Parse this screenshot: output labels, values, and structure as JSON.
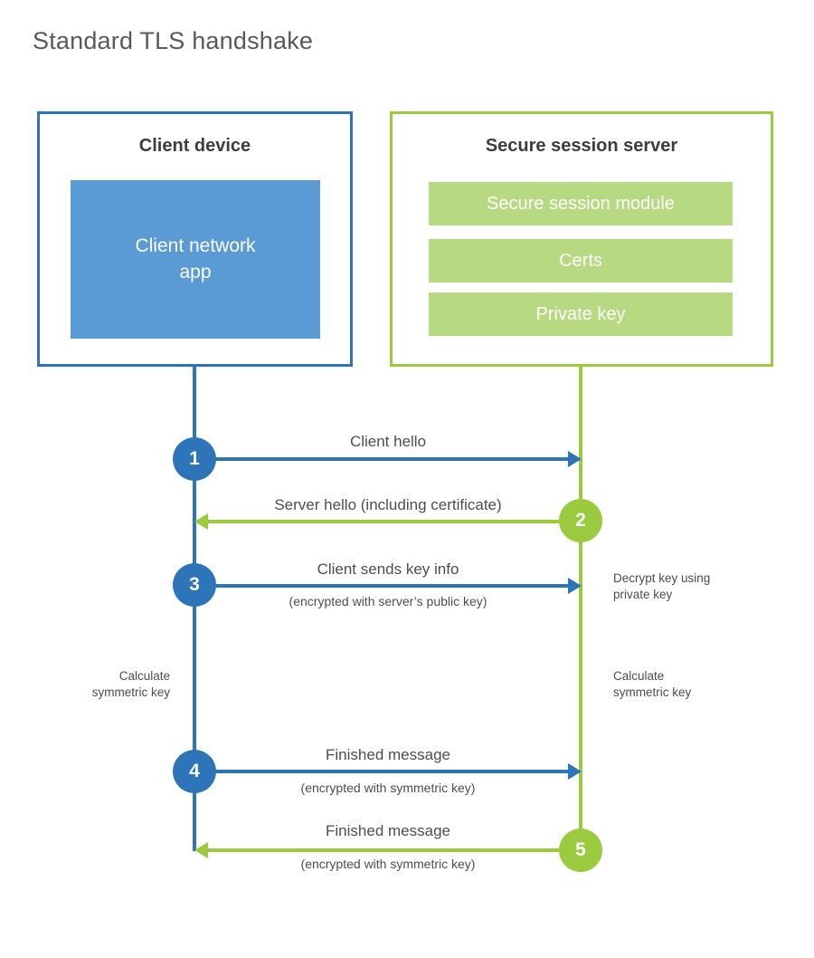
{
  "title": "Standard TLS handshake",
  "colors": {
    "client_primary": "#2d74b9",
    "client_fill": "#5b9bd5",
    "server_primary": "#9aca3e",
    "server_fill": "#b7d982",
    "text_dark": "#3d3d3d",
    "text_gray": "#4d4d4d",
    "title_gray": "#595959"
  },
  "client_box": {
    "title": "Client device",
    "app_label": "Client network app"
  },
  "server_box": {
    "title": "Secure session server",
    "modules": [
      "Secure session module",
      "Certs",
      "Private key"
    ]
  },
  "steps": [
    {
      "number": "1",
      "label": "Client hello",
      "sublabel": "",
      "direction": "client-to-server"
    },
    {
      "number": "2",
      "label": "Server hello (including certificate)",
      "sublabel": "",
      "direction": "server-to-client"
    },
    {
      "number": "3",
      "label": "Client sends key info",
      "sublabel": "(encrypted with server’s public key)",
      "direction": "client-to-server"
    },
    {
      "number": "4",
      "label": "Finished message",
      "sublabel": "(encrypted with symmetric key)",
      "direction": "client-to-server"
    },
    {
      "number": "5",
      "label": "Finished message",
      "sublabel": "(encrypted with symmetric key)",
      "direction": "server-to-client"
    }
  ],
  "side_notes": {
    "decrypt": "Decrypt key using\nprivate key",
    "calculate_left": "Calculate\nsymmetric key",
    "calculate_right": "Calculate\nsymmetric key"
  }
}
